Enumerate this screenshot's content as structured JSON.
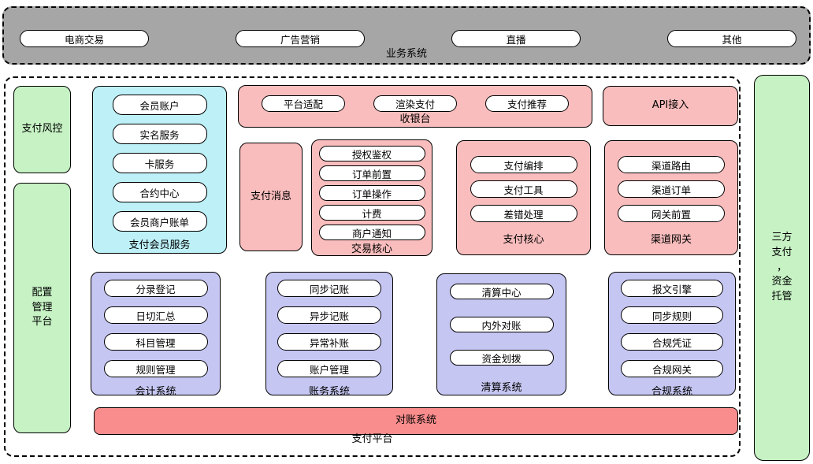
{
  "colors": {
    "gray": "#a6a6a6",
    "pink": "#f9bdbd",
    "red_bar": "#f98c8c",
    "cyan": "#bdf0f7",
    "green": "#c6f2c4",
    "purple": "#c6c6f2",
    "node_fill": "#ffffff",
    "border": "#000000"
  },
  "business_system": {
    "label": "业务系统",
    "items": [
      "电商交易",
      "广告营销",
      "直播",
      "其他"
    ]
  },
  "payment_platform": {
    "label": "支付平台",
    "risk": {
      "label": "支付风控"
    },
    "config": {
      "label": "配置\n管理\n平台"
    },
    "member": {
      "label": "支付会员服务",
      "items": [
        "会员账户",
        "实名服务",
        "卡服务",
        "合约中心",
        "会员商户账单"
      ]
    },
    "cashier": {
      "label": "收银台",
      "items": [
        "平台适配",
        "渲染支付",
        "支付推荐"
      ]
    },
    "api": {
      "label": "API接入"
    },
    "message": {
      "label": "支付消息"
    },
    "trade_core": {
      "label": "交易核心",
      "items": [
        "授权鉴权",
        "订单前置",
        "订单操作",
        "计费",
        "商户通知"
      ]
    },
    "pay_core": {
      "label": "支付核心",
      "items": [
        "支付编排",
        "支付工具",
        "差错处理"
      ]
    },
    "channel_gateway": {
      "label": "渠道网关",
      "items": [
        "渠道路由",
        "渠道订单",
        "网关前置"
      ]
    },
    "accounting": {
      "label": "会计系统",
      "items": [
        "分录登记",
        "日切汇总",
        "科目管理",
        "规则管理"
      ]
    },
    "bookkeeping": {
      "label": "账务系统",
      "items": [
        "同步记账",
        "异步记账",
        "异常补账",
        "账户管理"
      ]
    },
    "clearing": {
      "label": "清算系统",
      "items": [
        "清算中心",
        "内外对账",
        "资金划拨"
      ]
    },
    "compliance": {
      "label": "合规系统",
      "items": [
        "报文引擎",
        "同步规则",
        "合规凭证",
        "合规网关"
      ]
    },
    "reconciliation": {
      "label": "对账系统"
    }
  },
  "third_party": {
    "label": "三方\n支付\n，\n资金\n托管"
  }
}
